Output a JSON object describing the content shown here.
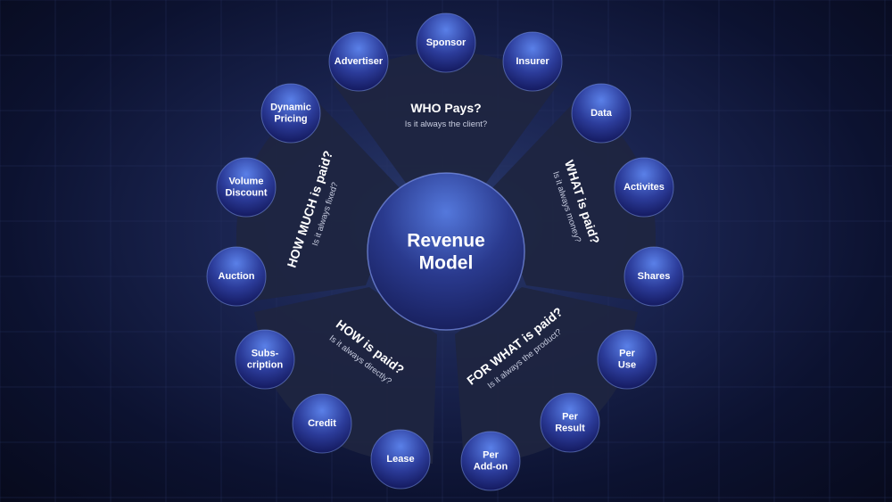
{
  "center": {
    "line1": "Revenue",
    "line2": "Model"
  },
  "sections": [
    {
      "id": "who",
      "title": "WHO Pays?",
      "subtitle": "Is it always the client?"
    },
    {
      "id": "what",
      "title": "WHAT is paid?",
      "subtitle": "Is it always money?"
    },
    {
      "id": "forwhat",
      "title": "FOR WHAT is paid?",
      "subtitle": "Is it always the product?"
    },
    {
      "id": "how",
      "title": "HOW is paid?",
      "subtitle": "Is it always directly?"
    },
    {
      "id": "howmuch",
      "title": "HOW MUCH is paid?",
      "subtitle": "Is it always fixed?"
    }
  ],
  "nodes": [
    {
      "id": "sponsor",
      "lines": [
        "Sponsor"
      ]
    },
    {
      "id": "insurer",
      "lines": [
        "Insurer"
      ]
    },
    {
      "id": "data",
      "lines": [
        "Data"
      ]
    },
    {
      "id": "activites",
      "lines": [
        "Activites"
      ]
    },
    {
      "id": "shares",
      "lines": [
        "Shares"
      ]
    },
    {
      "id": "per-use",
      "lines": [
        "Per",
        "Use"
      ]
    },
    {
      "id": "per-result",
      "lines": [
        "Per",
        "Result"
      ]
    },
    {
      "id": "per-add-on",
      "lines": [
        "Per",
        "Add-on"
      ]
    },
    {
      "id": "lease",
      "lines": [
        "Lease"
      ]
    },
    {
      "id": "credit",
      "lines": [
        "Credit"
      ]
    },
    {
      "id": "subscription",
      "lines": [
        "Subs-",
        "cription"
      ]
    },
    {
      "id": "auction",
      "lines": [
        "Auction"
      ]
    },
    {
      "id": "volume-discount",
      "lines": [
        "Volume",
        "Discount"
      ]
    },
    {
      "id": "dynamic-pricing",
      "lines": [
        "Dynamic",
        "Pricing"
      ]
    },
    {
      "id": "advertiser",
      "lines": [
        "Advertiser"
      ]
    }
  ],
  "colors": {
    "node_top": "#4f72d6",
    "node_bottom": "#14185a",
    "center_top": "#4a6bd0",
    "center_bottom": "#1a2266",
    "sector": "#1e2540"
  }
}
